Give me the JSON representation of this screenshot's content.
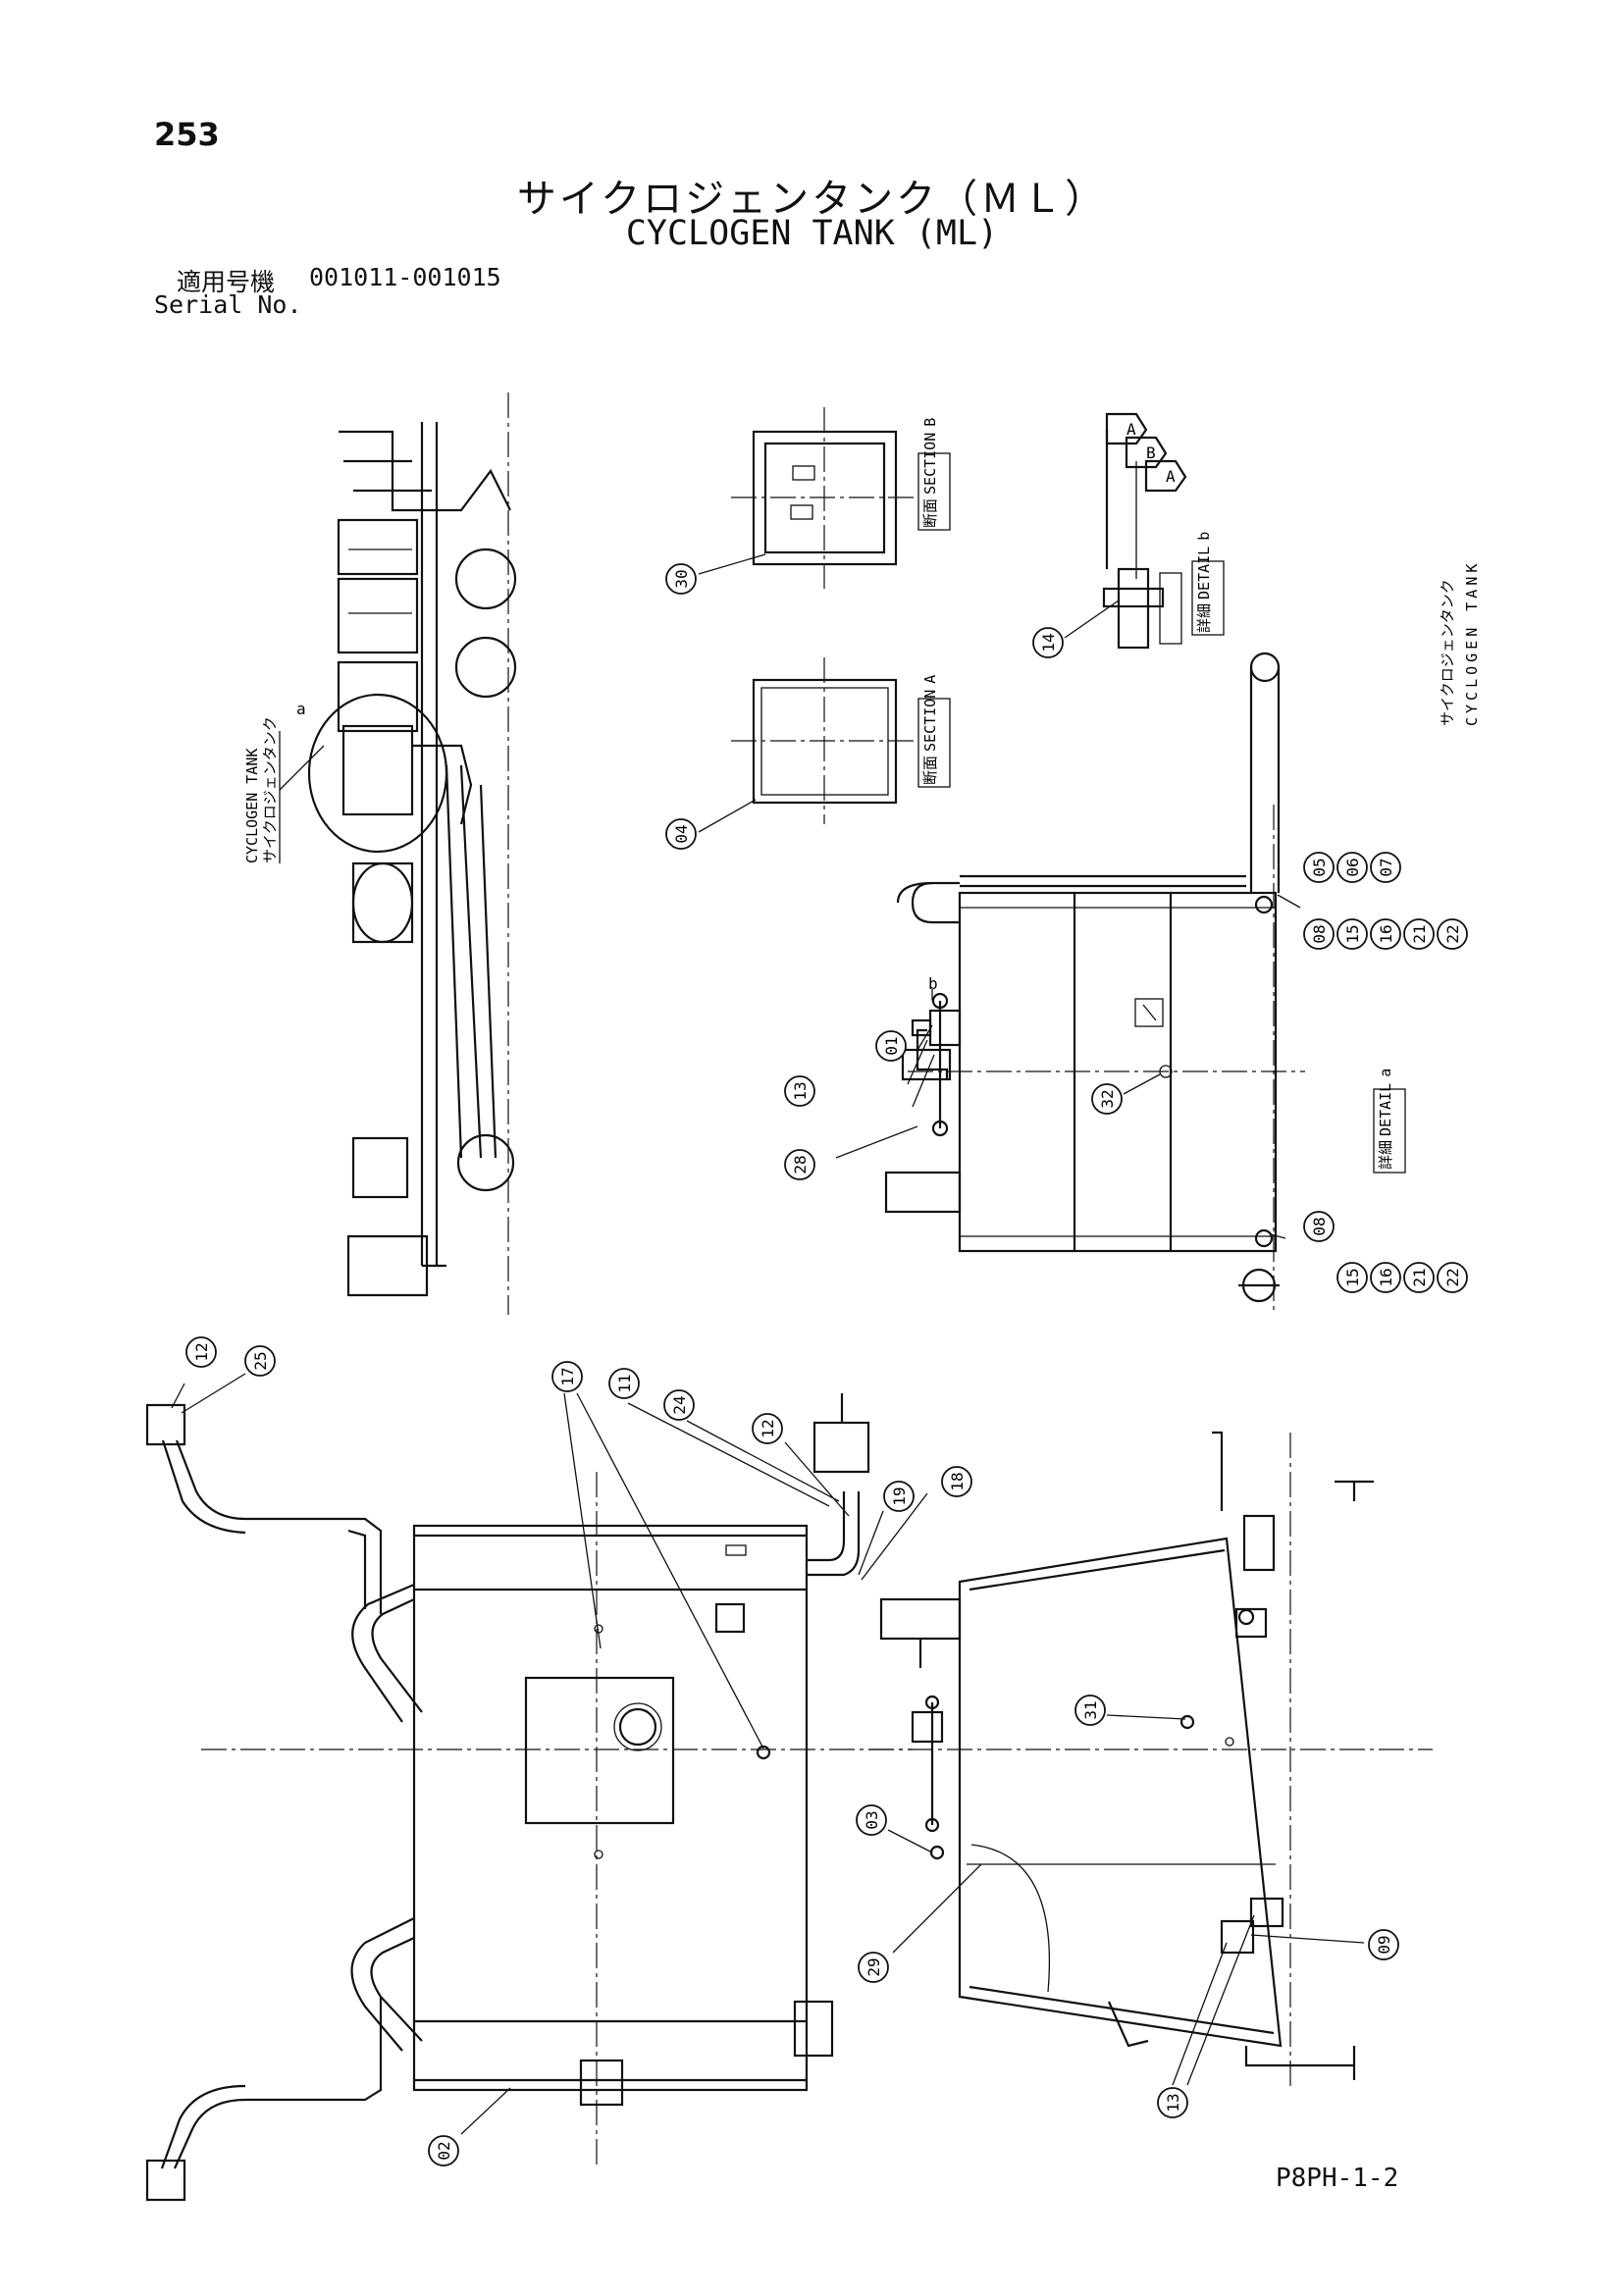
{
  "page": {
    "number": "253",
    "title_jp": "サイクロジェンタンク（ＭＬ）",
    "title_en": "CYCLOGEN TANK (ML)",
    "serial_label_jp": "適用号機",
    "serial_label_en": "Serial No.",
    "serial_range": "001011-001015",
    "footer_code": "P8PH-1-2"
  },
  "side_label": {
    "jp": "サイクロジェンタンク",
    "en": "CYCLOGEN TANK"
  },
  "overview_label": {
    "en": "CYCLOGEN TANK",
    "jp": "サイクロジェンタンク"
  },
  "views": {
    "section_b": {
      "jp": "断面",
      "en": "SECTION",
      "letter": "B"
    },
    "section_a": {
      "jp": "断面",
      "en": "SECTION",
      "letter": "A"
    },
    "detail_b": {
      "jp": "詳細",
      "en": "DETAIL",
      "letter": "b"
    },
    "detail_a": {
      "jp": "詳細",
      "en": "DETAIL",
      "letter": "a"
    },
    "arrow_a": "A",
    "arrow_b": "B",
    "arrow_a2": "A",
    "leader_a": "a",
    "leader_b": "b"
  },
  "balloons": [
    "30",
    "04",
    "14",
    "05",
    "06",
    "07",
    "08",
    "15",
    "16",
    "21",
    "22",
    "01",
    "13",
    "28",
    "32",
    "08",
    "15",
    "16",
    "21",
    "22",
    "12",
    "25",
    "17",
    "11",
    "24",
    "12",
    "19",
    "18",
    "02",
    "31",
    "03",
    "29",
    "09",
    "13"
  ]
}
